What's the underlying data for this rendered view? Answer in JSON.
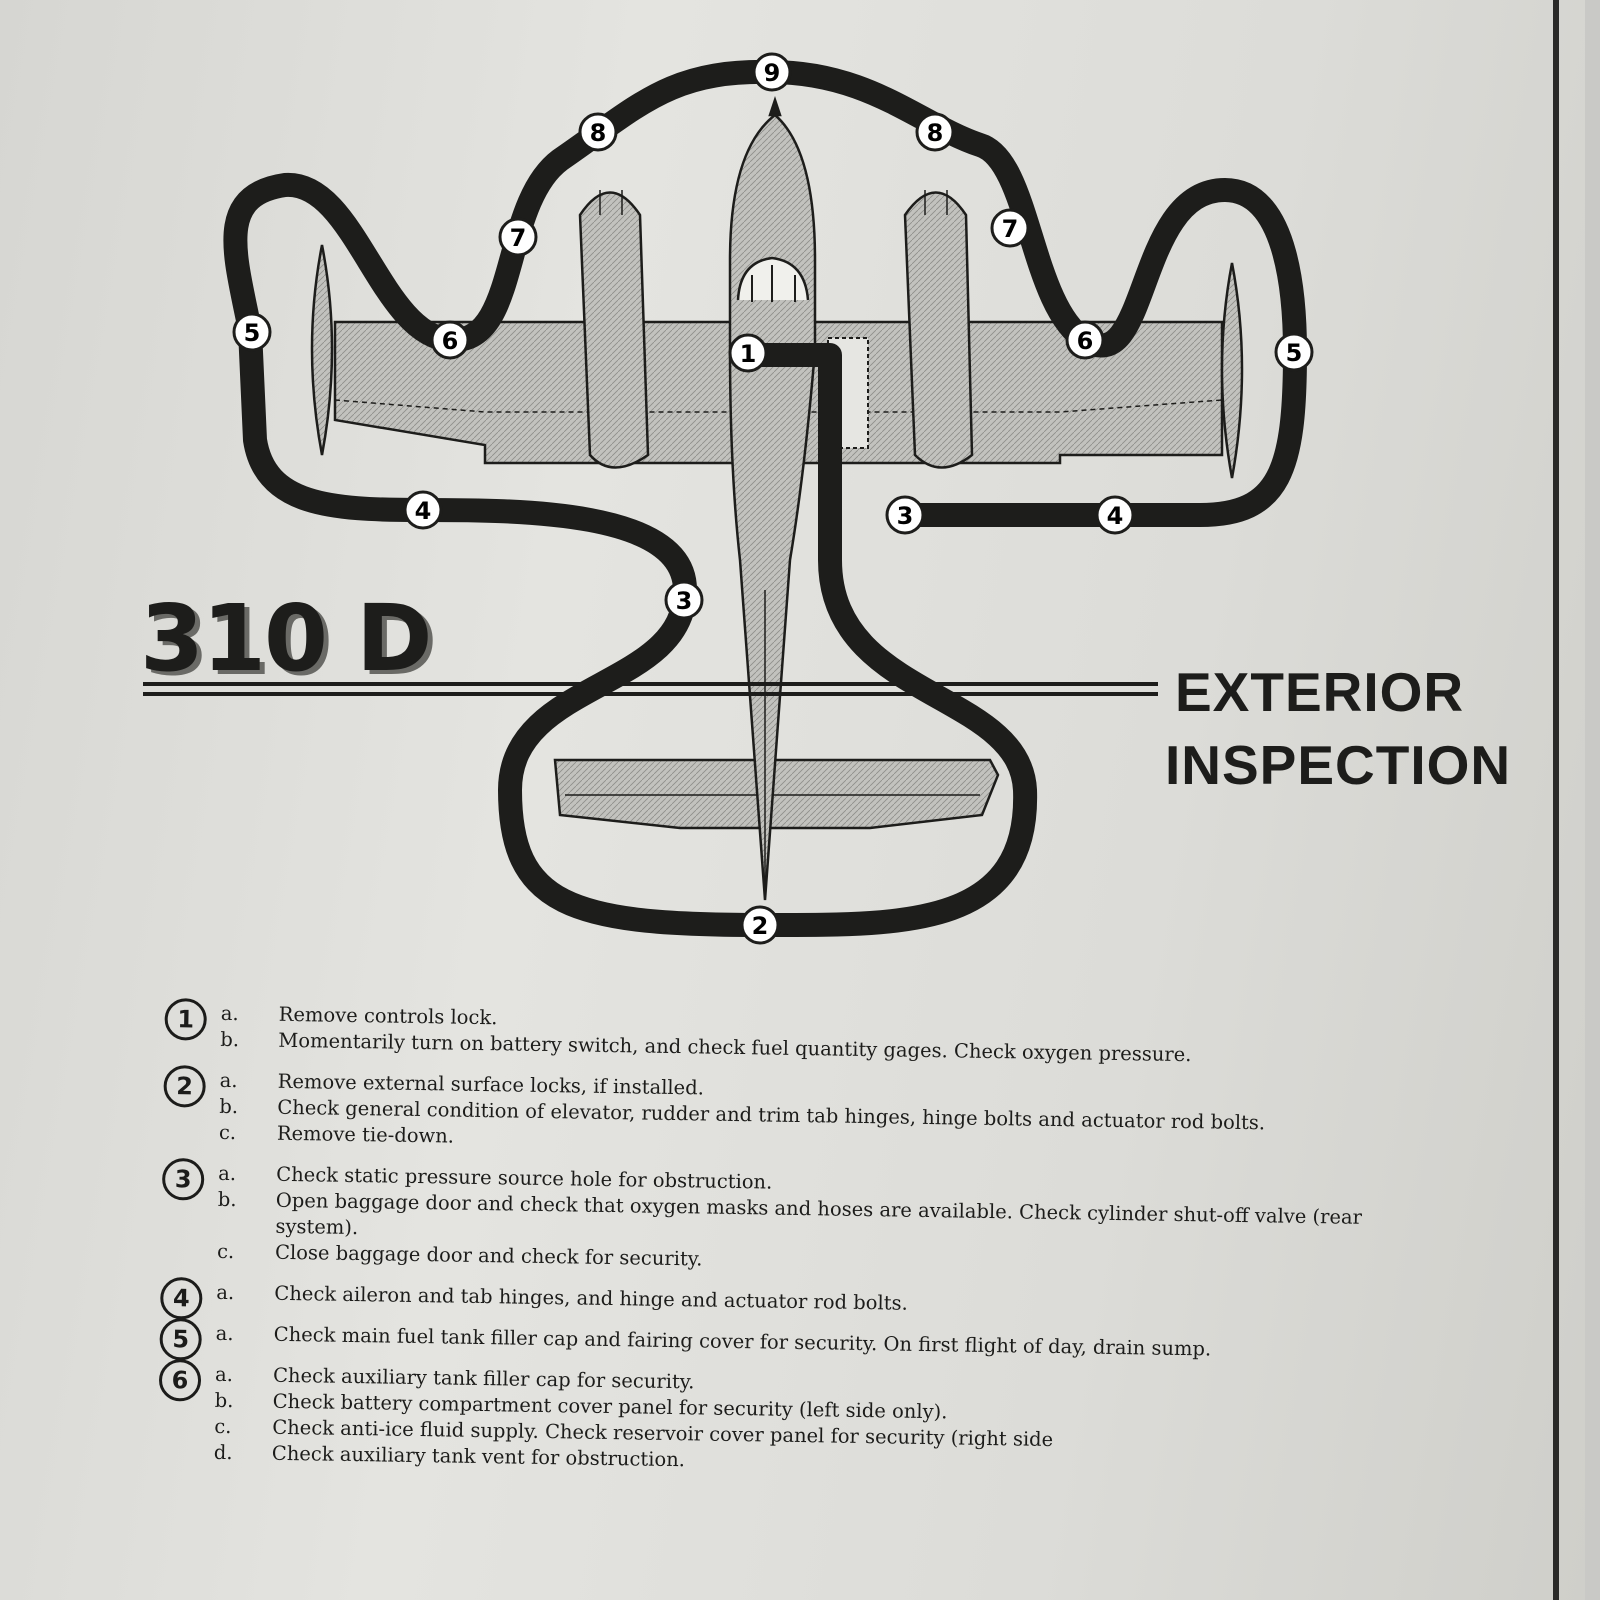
{
  "figure": {
    "model": "310 D",
    "heading_line1": "EXTERIOR",
    "heading_line2": "INSPECTION",
    "route_labels": [
      "1",
      "2",
      "3",
      "4",
      "5",
      "6",
      "7",
      "8",
      "9"
    ]
  },
  "checklist": [
    {
      "number": "1",
      "steps": [
        {
          "letter": "a.",
          "text": "Remove controls lock."
        },
        {
          "letter": "b.",
          "text": "Momentarily turn on battery switch, and check fuel quantity gages.   Check oxygen pressure."
        }
      ]
    },
    {
      "number": "2",
      "steps": [
        {
          "letter": "a.",
          "text": "Remove external surface locks, if installed."
        },
        {
          "letter": "b.",
          "text": "Check general condition of elevator, rudder and trim tab hinges, hinge bolts and actuator rod bolts."
        },
        {
          "letter": "c.",
          "text": "Remove tie-down."
        }
      ]
    },
    {
      "number": "3",
      "steps": [
        {
          "letter": "a.",
          "text": "Check static pressure source hole for obstruction."
        },
        {
          "letter": "b.",
          "text": "Open baggage door and check that oxygen masks and hoses are available.   Check cylinder shut-off valve (rear system)."
        },
        {
          "letter": "c.",
          "text": "Close baggage door and check for security."
        }
      ]
    },
    {
      "number": "4",
      "steps": [
        {
          "letter": "a.",
          "text": "Check aileron and tab hinges, and hinge and actuator rod bolts."
        }
      ]
    },
    {
      "number": "5",
      "steps": [
        {
          "letter": "a.",
          "text": "Check main fuel tank filler cap and fairing cover for security.   On first flight of day, drain sump."
        }
      ]
    },
    {
      "number": "6",
      "steps": [
        {
          "letter": "a.",
          "text": "Check auxiliary tank filler cap for security."
        },
        {
          "letter": "b.",
          "text": "Check battery compartment cover panel for security (left side only)."
        },
        {
          "letter": "c.",
          "text": "Check anti-ice fluid supply.   Check reservoir cover panel for security (right side"
        },
        {
          "letter": "d.",
          "text": "Check auxiliary tank vent for obstruction."
        }
      ]
    }
  ],
  "colors": {
    "ink": "#1d1d1b",
    "aircraft_fill": "#bdbdb9",
    "paper": "#e0e0dc"
  }
}
